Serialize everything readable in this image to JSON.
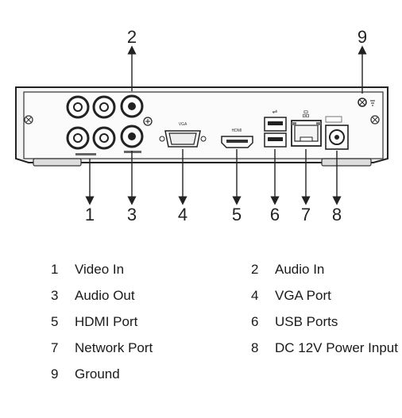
{
  "callouts": {
    "c1": "1",
    "c2": "2",
    "c3": "3",
    "c4": "4",
    "c5": "5",
    "c6": "6",
    "c7": "7",
    "c8": "8",
    "c9": "9"
  },
  "panel_labels": {
    "vga": "VGA",
    "hdmi": "HDMI"
  },
  "legend": [
    {
      "num": "1",
      "label": "Video In"
    },
    {
      "num": "2",
      "label": "Audio In"
    },
    {
      "num": "3",
      "label": "Audio Out"
    },
    {
      "num": "4",
      "label": "VGA Port"
    },
    {
      "num": "5",
      "label": "HDMI Port"
    },
    {
      "num": "6",
      "label": "USB Ports"
    },
    {
      "num": "7",
      "label": "Network Port"
    },
    {
      "num": "8",
      "label": "DC 12V Power Input"
    },
    {
      "num": "9",
      "label": "Ground"
    }
  ]
}
